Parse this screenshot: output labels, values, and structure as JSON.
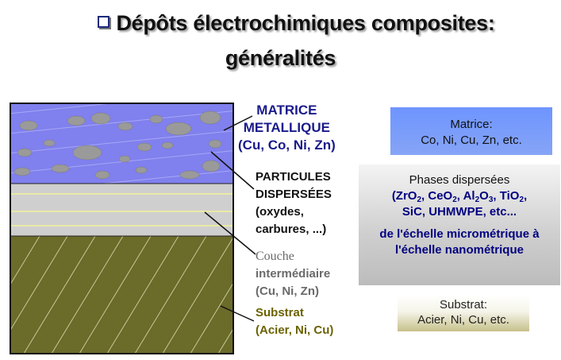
{
  "title": {
    "line1": "Dépôts électrochimiques composites:",
    "line2": "généralités"
  },
  "labels": {
    "matrice": [
      "MATRICE",
      "METALLIQUE",
      "(Cu, Co, Ni, Zn)"
    ],
    "particules": [
      "PARTICULES",
      "DISPERSÉES",
      "(oxydes,",
      "carbures, ...)"
    ],
    "couche": [
      "Couche",
      "intermédiaire",
      "(Cu, Ni, Zn)"
    ],
    "substrat": [
      "Substrat",
      "(Acier, Ni, Cu)"
    ]
  },
  "boxes": {
    "matrice": [
      "Matrice:",
      "Co, Ni, Cu, Zn, etc."
    ],
    "phases": {
      "head": "Phases dispersées",
      "line2": "SiC, UHMWPE, etc...",
      "scale1": "de l'échelle micrométrique à",
      "scale2": "l'échelle nanométrique"
    },
    "substrat": [
      "Substrat:",
      "Acier, Ni, Cu, etc."
    ]
  },
  "colors": {
    "matrix_layer": "#8080ee",
    "particle": "#9a9a9a",
    "interlayer": "#cfcfcf",
    "substrate_layer": "#6b6b2a",
    "accent_blue": "#1a1a8c",
    "phases_text": "#000080"
  },
  "icons": {
    "title_bullet": "checkbox-bullet-icon"
  }
}
